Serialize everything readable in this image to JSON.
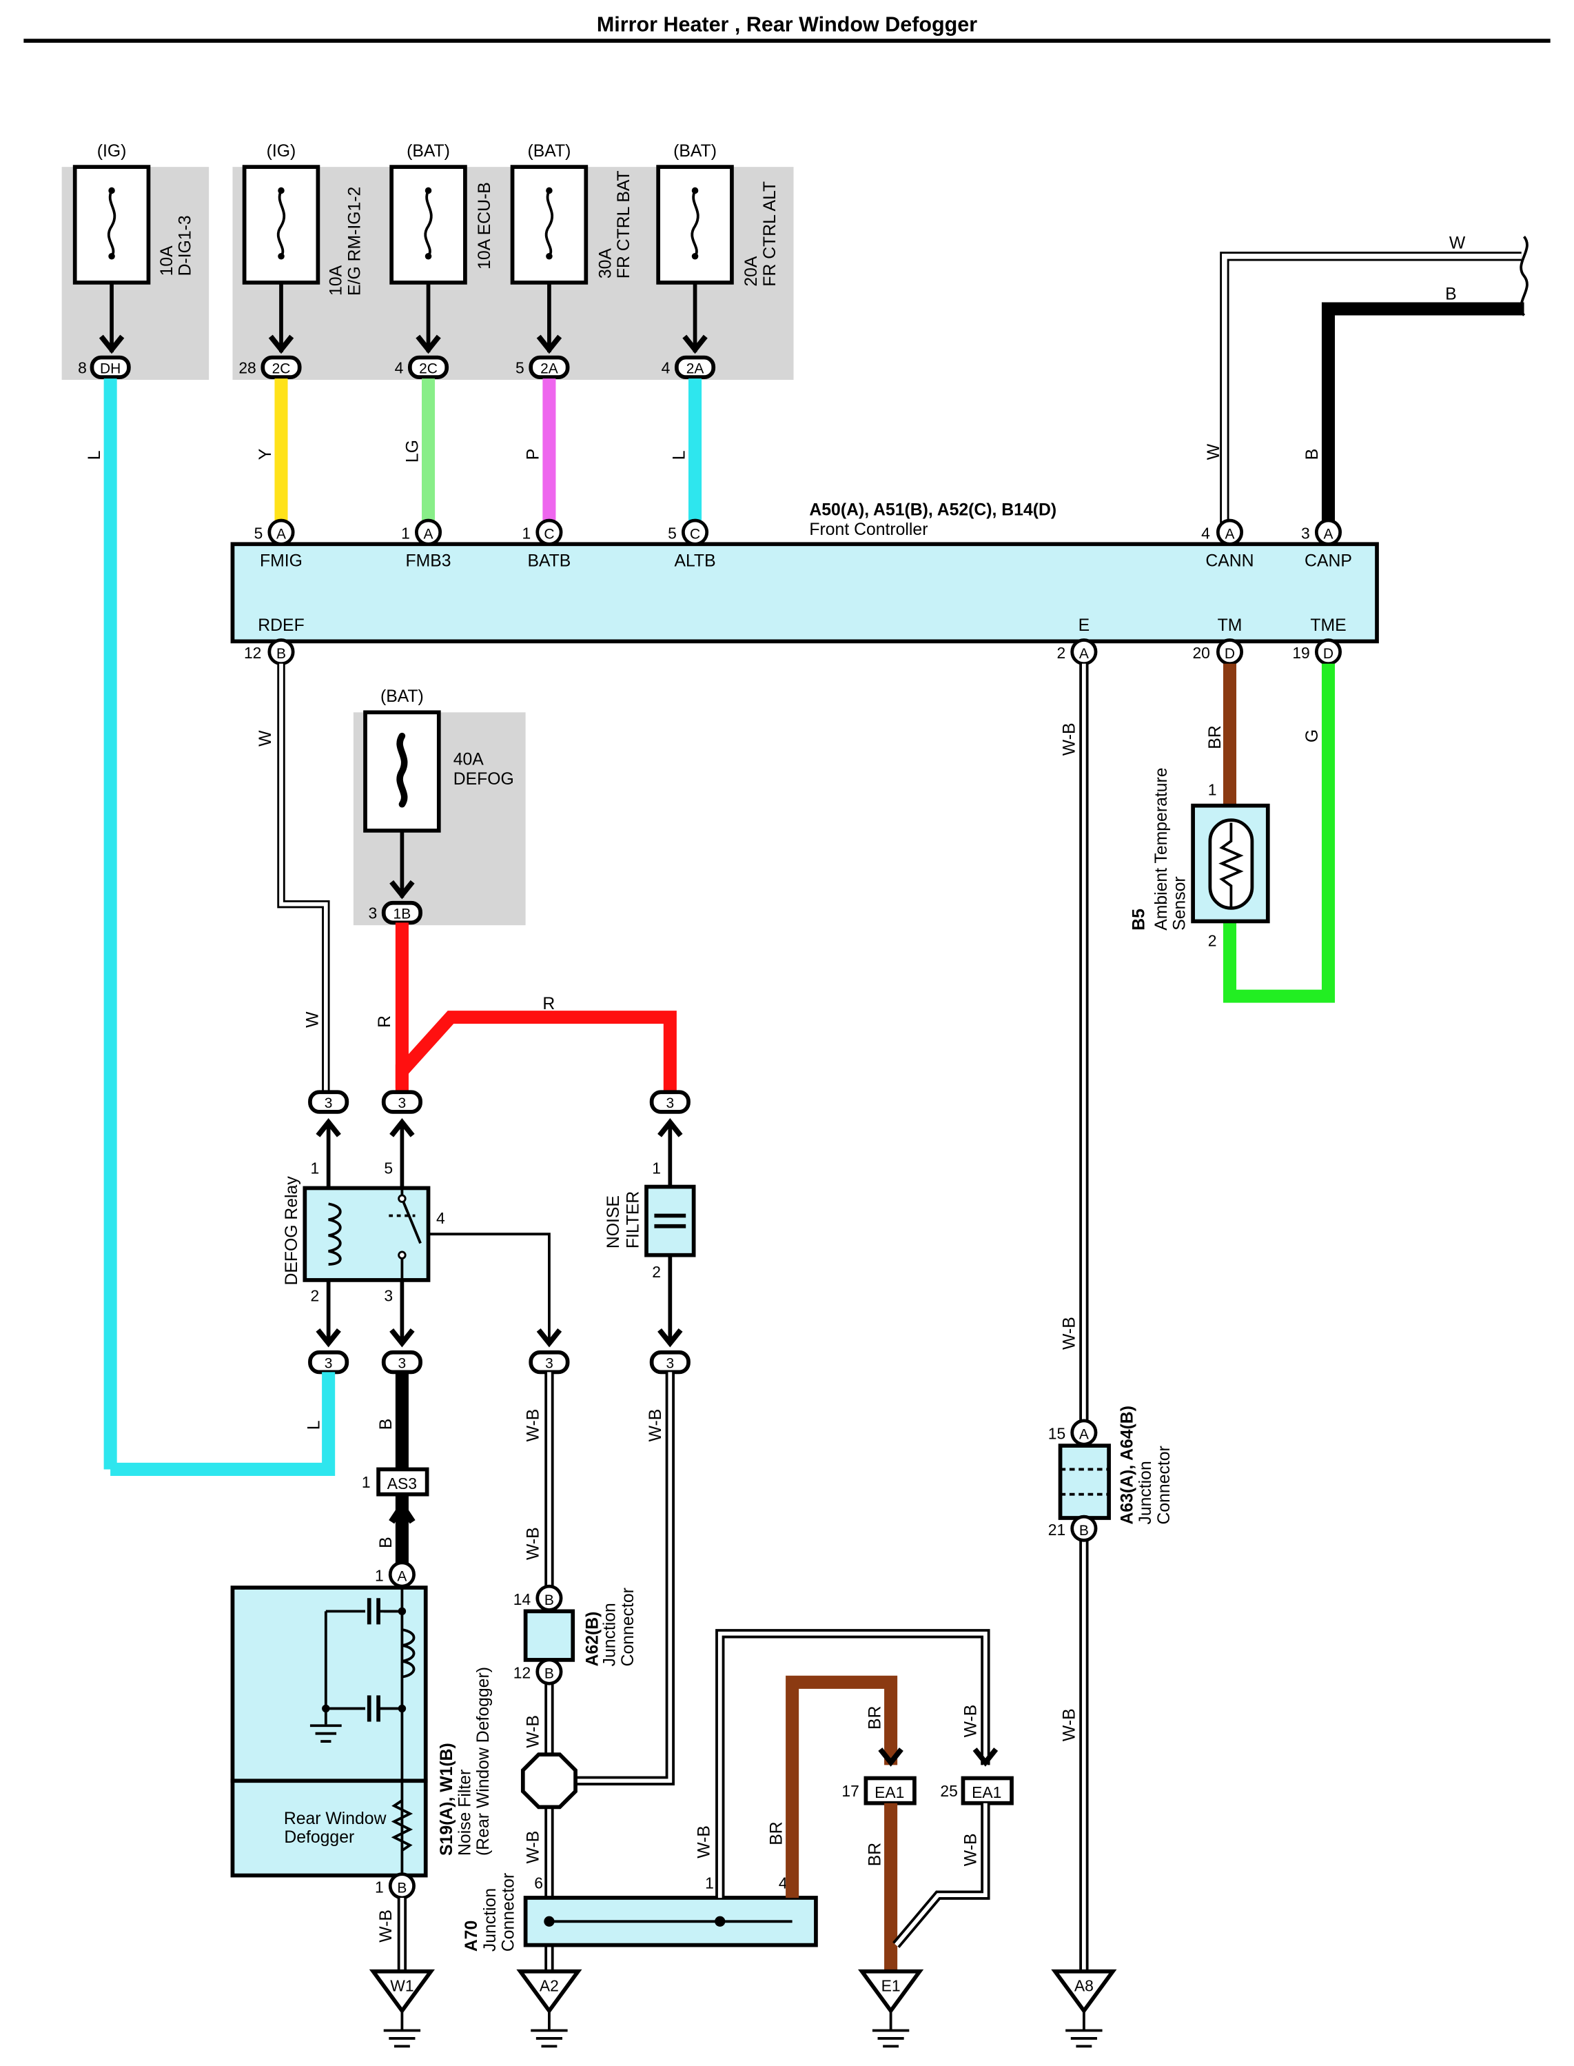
{
  "title": "Mirror Heater , Rear Window Defogger",
  "colors": {
    "L": "#2ee6ee",
    "Y": "#ffe21a",
    "LG": "#88ee88",
    "P": "#ee66ee",
    "R": "#ff1010",
    "B": "#000000",
    "BR": "#8b3a12",
    "G": "#22ee22",
    "panel": "#c8f2f8",
    "fuse_panel": "#d6d6d6"
  },
  "fuses": [
    {
      "source": "(IG)",
      "rating": "10A",
      "name": "D-IG1-3",
      "pin": "8",
      "conn": "DH",
      "wire": "L"
    },
    {
      "source": "(IG)",
      "rating": "10A",
      "name": "E/G RM-IG1-2",
      "pin": "28",
      "conn": "2C",
      "wire": "Y"
    },
    {
      "source": "(BAT)",
      "rating": "",
      "name": "10A ECU-B",
      "pin": "4",
      "conn": "2C",
      "wire": "LG"
    },
    {
      "source": "(BAT)",
      "rating": "30A",
      "name": "FR CTRL BAT",
      "pin": "5",
      "conn": "2A",
      "wire": "P"
    },
    {
      "source": "(BAT)",
      "rating": "20A",
      "name": "FR CTRL ALT",
      "pin": "4",
      "conn": "2A",
      "wire": "L"
    }
  ],
  "defog_fuse": {
    "source": "(BAT)",
    "line1": "40A",
    "line2": "DEFOG",
    "pin": "3",
    "conn": "1B"
  },
  "controller": {
    "ref": "A50(A), A51(B), A52(C), B14(D)",
    "name": "Front Controller",
    "top_pins": [
      {
        "num": "5",
        "conn": "A",
        "label": "FMIG"
      },
      {
        "num": "1",
        "conn": "A",
        "label": "FMB3"
      },
      {
        "num": "1",
        "conn": "C",
        "label": "BATB"
      },
      {
        "num": "5",
        "conn": "C",
        "label": "ALTB"
      },
      {
        "num": "4",
        "conn": "A",
        "label": "CANN"
      },
      {
        "num": "3",
        "conn": "A",
        "label": "CANP"
      }
    ],
    "bottom_pins": [
      {
        "num": "12",
        "conn": "B",
        "label": "RDEF"
      },
      {
        "num": "2",
        "conn": "A",
        "label": "E"
      },
      {
        "num": "20",
        "conn": "D",
        "label": "TM"
      },
      {
        "num": "19",
        "conn": "D",
        "label": "TME"
      }
    ]
  },
  "wire_labels": {
    "w_top": "W",
    "b_top": "B",
    "can_w": "W",
    "can_b": "B",
    "l1": "L",
    "y": "Y",
    "lg": "LG",
    "p": "P",
    "l2": "L",
    "rdef_w": "W",
    "relay_w": "W",
    "r_left": "R",
    "r_top": "R",
    "e_wb1": "W-B",
    "e_wb2": "W-B",
    "e_wb3": "W-B",
    "br": "BR",
    "g": "G",
    "l_bot": "L",
    "b1": "B",
    "b2": "B",
    "wb_relay4": "W-B",
    "wb_filter": "W-B",
    "wb_a62": "W-B",
    "wb_a62b": "W-B",
    "wb_a70": "W-B",
    "wb_a70b": "W-B",
    "wb_w1": "W-B",
    "wb_j1": "W-B",
    "br_j4": "BR",
    "br_ea1_top": "BR",
    "br_ea1_bot": "BR",
    "wb_ea1_top": "W-B",
    "wb_ea1_bot": "W-B"
  },
  "sensor": {
    "ref": "B5",
    "line1": "Ambient Temperature",
    "line2": "Sensor",
    "pin1": "1",
    "pin2": "2"
  },
  "relay": {
    "name": "DEFOG Relay",
    "pin1": "1",
    "pin2": "2",
    "pin3": "3",
    "pin4": "4",
    "pin5": "5"
  },
  "noise_filter_top": {
    "line1": "NOISE",
    "line2": "FILTER",
    "pin1": "1",
    "pin2": "2"
  },
  "inline_conn": "3",
  "as3": {
    "pin": "1",
    "name": "AS3"
  },
  "noise_filter_main": {
    "ref": "S19(A), W1(B)",
    "line1": "Noise Filter",
    "line2": "(Rear Window Defogger)",
    "pinA_num": "1",
    "pinA": "A",
    "pinB_num": "1",
    "pinB": "B",
    "defogger_line1": "Rear Window",
    "defogger_line2": "Defogger"
  },
  "a62": {
    "ref": "A62(B)",
    "line1": "Junction",
    "line2": "Connector",
    "pin_top": "14",
    "pin_bot": "12",
    "conn": "B"
  },
  "a63": {
    "ref": "A63(A), A64(B)",
    "line1": "Junction",
    "line2": "Connector",
    "pin_top": "15",
    "conn_top": "A",
    "pin_bot": "21",
    "conn_bot": "B"
  },
  "a70": {
    "ref": "A70",
    "line1": "Junction",
    "line2": "Connector",
    "pin6": "6",
    "pin1": "1",
    "pin4": "4"
  },
  "ea1": [
    {
      "pin": "17",
      "name": "EA1"
    },
    {
      "pin": "25",
      "name": "EA1"
    }
  ],
  "grounds": [
    "W1",
    "A2",
    "E1",
    "A8"
  ]
}
